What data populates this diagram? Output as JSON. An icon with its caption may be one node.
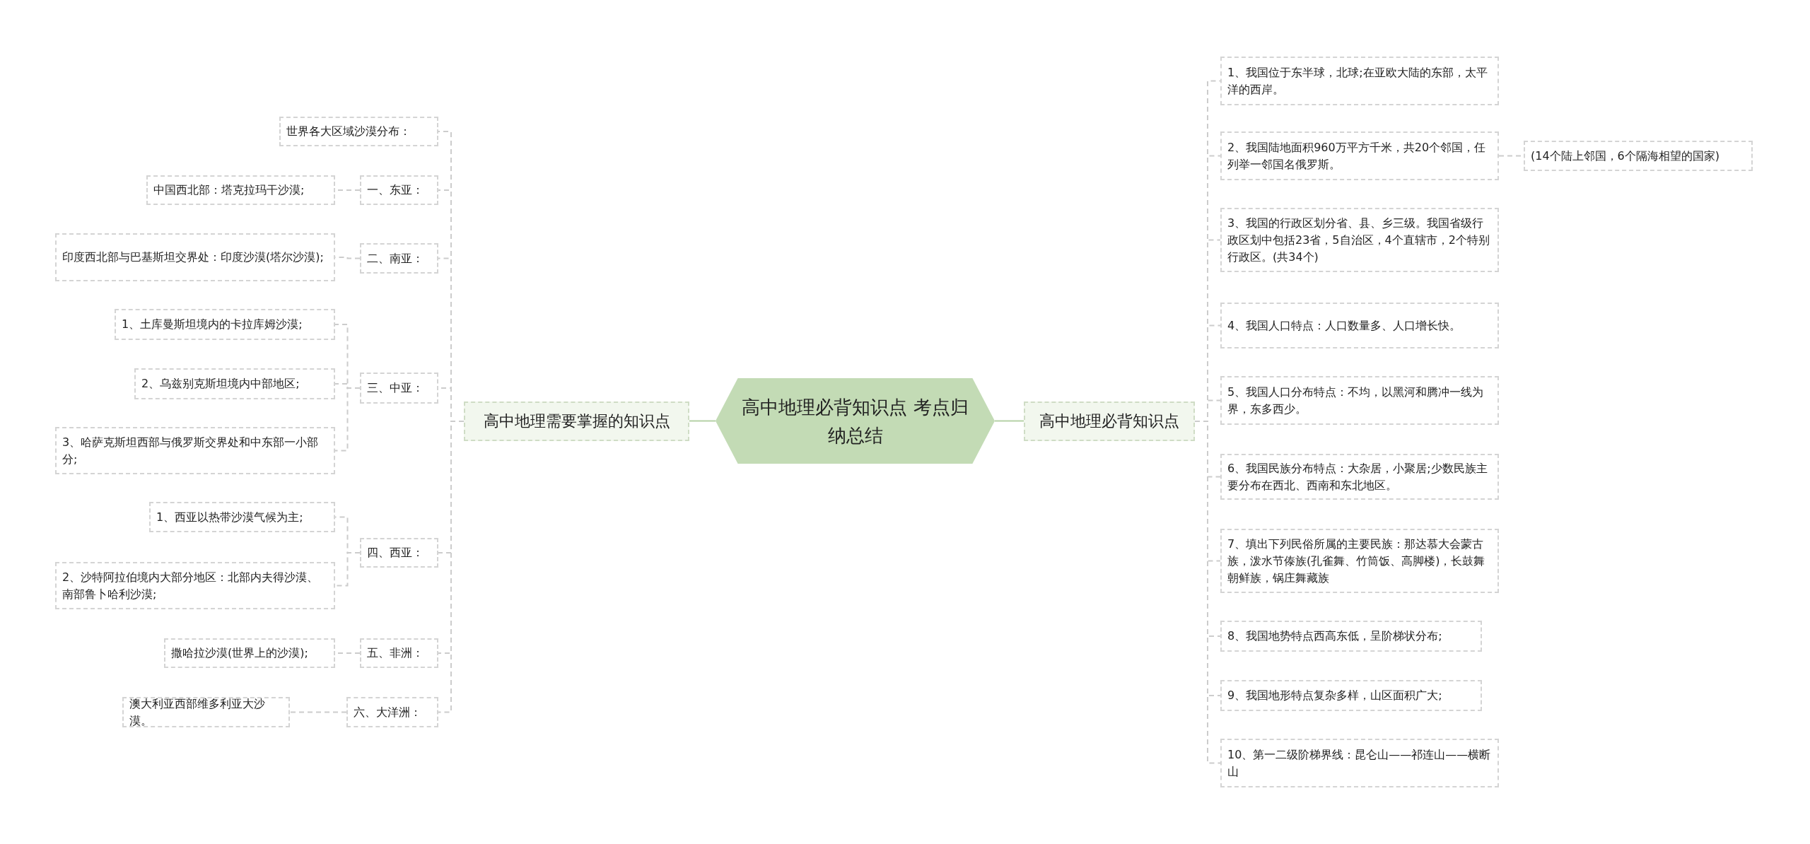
{
  "diagram": {
    "nodes": [
      {
        "text": [
          "高中地理必背知识点 考点归纳总结"
        ]
      },
      {
        "text": [
          "高中地理需要掌握的知识点"
        ]
      },
      {
        "text": [
          "世界各大区域沙漠分布："
        ]
      },
      {
        "text": [
          "一、东亚："
        ]
      },
      {
        "text": [
          "中国西北部：塔克拉玛干沙漠;"
        ]
      },
      {
        "text": [
          "二、南亚："
        ]
      },
      {
        "text": [
          "印度西北部与巴基斯坦交界处：印度沙漠(塔尔沙漠);"
        ]
      },
      {
        "text": [
          "三、中亚："
        ]
      },
      {
        "text": [
          "1、土库曼斯坦境内的卡拉库姆沙漠;"
        ]
      },
      {
        "text": [
          "2、乌兹别克斯坦境内中部地区;"
        ]
      },
      {
        "text": [
          "3、哈萨克斯坦西部与俄罗斯交界处和中东部一小部分;"
        ]
      },
      {
        "text": [
          "四、西亚："
        ]
      },
      {
        "text": [
          "1、西亚以热带沙漠气候为主;"
        ]
      },
      {
        "text": [
          "2、沙特阿拉伯境内大部分地区：北部内夫得沙漠、南部鲁卜哈利沙漠;"
        ]
      },
      {
        "text": [
          "五、非洲："
        ]
      },
      {
        "text": [
          "撒哈拉沙漠(世界上的沙漠);"
        ]
      },
      {
        "text": [
          "六、大洋洲："
        ]
      },
      {
        "text": [
          "澳大利亚西部维多利亚大沙漠。"
        ]
      },
      {
        "text": [
          "高中地理必背知识点"
        ]
      },
      {
        "text": [
          "1、我国位于东半球，北球;在亚欧大陆的东部，太平洋的西岸。"
        ]
      },
      {
        "text": [
          "2、我国陆地面积960万平方千米，共20个邻国，任列举一邻国名俄罗斯。"
        ]
      },
      {
        "text": [
          "3、我国的行政区划分省、县、乡三级。我国省级行政区划中包括23省，5自治区，4个直辖市，2个特别行政区。(共34个)"
        ]
      },
      {
        "text": [
          "4、我国人口特点：人口数量多、人口增长快。"
        ]
      },
      {
        "text": [
          "5、我国人口分布特点：不均，以黑河和腾冲一线为界，东多西少。"
        ]
      },
      {
        "text": [
          "6、我国民族分布特点：大杂居，小聚居;少数民族主要分布在西北、西南和东北地区。"
        ]
      },
      {
        "text": [
          "7、填出下列民俗所属的主要民族：那达慕大会蒙古族，泼水节傣族(孔雀舞、竹筒饭、高脚楼)，长鼓舞朝鲜族，锅庄舞藏族"
        ]
      },
      {
        "text": [
          "8、我国地势特点西高东低，呈阶梯状分布;"
        ]
      },
      {
        "text": [
          "9、我国地形特点复杂多样，山区面积广大;"
        ]
      },
      {
        "text": [
          "10、第一二级阶梯界线：昆仑山——祁连山——横断山"
        ]
      },
      {
        "text": [
          "(14个陆上邻国，6个隔海相望的国家)"
        ]
      }
    ],
    "edges": [
      {
        "from": 0,
        "to": 1,
        "arrow": "none",
        "color": "#b5d2a5"
      },
      {
        "from": 1,
        "to": 2,
        "arrow": "none",
        "style": "dashed"
      },
      {
        "from": 1,
        "to": 3,
        "arrow": "none",
        "style": "dashed"
      },
      {
        "from": 3,
        "to": 4,
        "arrow": "none",
        "style": "dashed"
      },
      {
        "from": 1,
        "to": 5,
        "arrow": "none",
        "style": "dashed"
      },
      {
        "from": 5,
        "to": 6,
        "arrow": "none",
        "style": "dashed"
      },
      {
        "from": 1,
        "to": 7,
        "arrow": "none",
        "style": "dashed"
      },
      {
        "from": 7,
        "to": 8,
        "arrow": "none",
        "style": "dashed"
      },
      {
        "from": 7,
        "to": 9,
        "arrow": "none",
        "style": "dashed"
      },
      {
        "from": 7,
        "to": 10,
        "arrow": "none",
        "style": "dashed"
      },
      {
        "from": 1,
        "to": 11,
        "arrow": "none",
        "style": "dashed"
      },
      {
        "from": 11,
        "to": 12,
        "arrow": "none",
        "style": "dashed"
      },
      {
        "from": 11,
        "to": 13,
        "arrow": "none",
        "style": "dashed"
      },
      {
        "from": 1,
        "to": 14,
        "arrow": "none",
        "style": "dashed"
      },
      {
        "from": 14,
        "to": 15,
        "arrow": "none",
        "style": "dashed"
      },
      {
        "from": 1,
        "to": 16,
        "arrow": "none",
        "style": "dashed"
      },
      {
        "from": 16,
        "to": 17,
        "arrow": "none",
        "style": "dashed"
      },
      {
        "from": 0,
        "to": 18,
        "arrow": "none",
        "color": "#b5d2a5"
      },
      {
        "from": 18,
        "to": 19,
        "arrow": "none",
        "style": "dashed"
      },
      {
        "from": 18,
        "to": 20,
        "arrow": "none",
        "style": "dashed"
      },
      {
        "from": 18,
        "to": 21,
        "arrow": "none",
        "style": "dashed"
      },
      {
        "from": 18,
        "to": 22,
        "arrow": "none",
        "style": "dashed"
      },
      {
        "from": 18,
        "to": 23,
        "arrow": "none",
        "style": "dashed"
      },
      {
        "from": 18,
        "to": 24,
        "arrow": "none",
        "style": "dashed"
      },
      {
        "from": 18,
        "to": 25,
        "arrow": "none",
        "style": "dashed"
      },
      {
        "from": 18,
        "to": 26,
        "arrow": "none",
        "style": "dashed"
      },
      {
        "from": 18,
        "to": 27,
        "arrow": "none",
        "style": "dashed"
      },
      {
        "from": 18,
        "to": 28,
        "arrow": "none",
        "style": "dashed"
      },
      {
        "from": 20,
        "to": 29,
        "arrow": "none",
        "style": "dashed"
      }
    ]
  }
}
